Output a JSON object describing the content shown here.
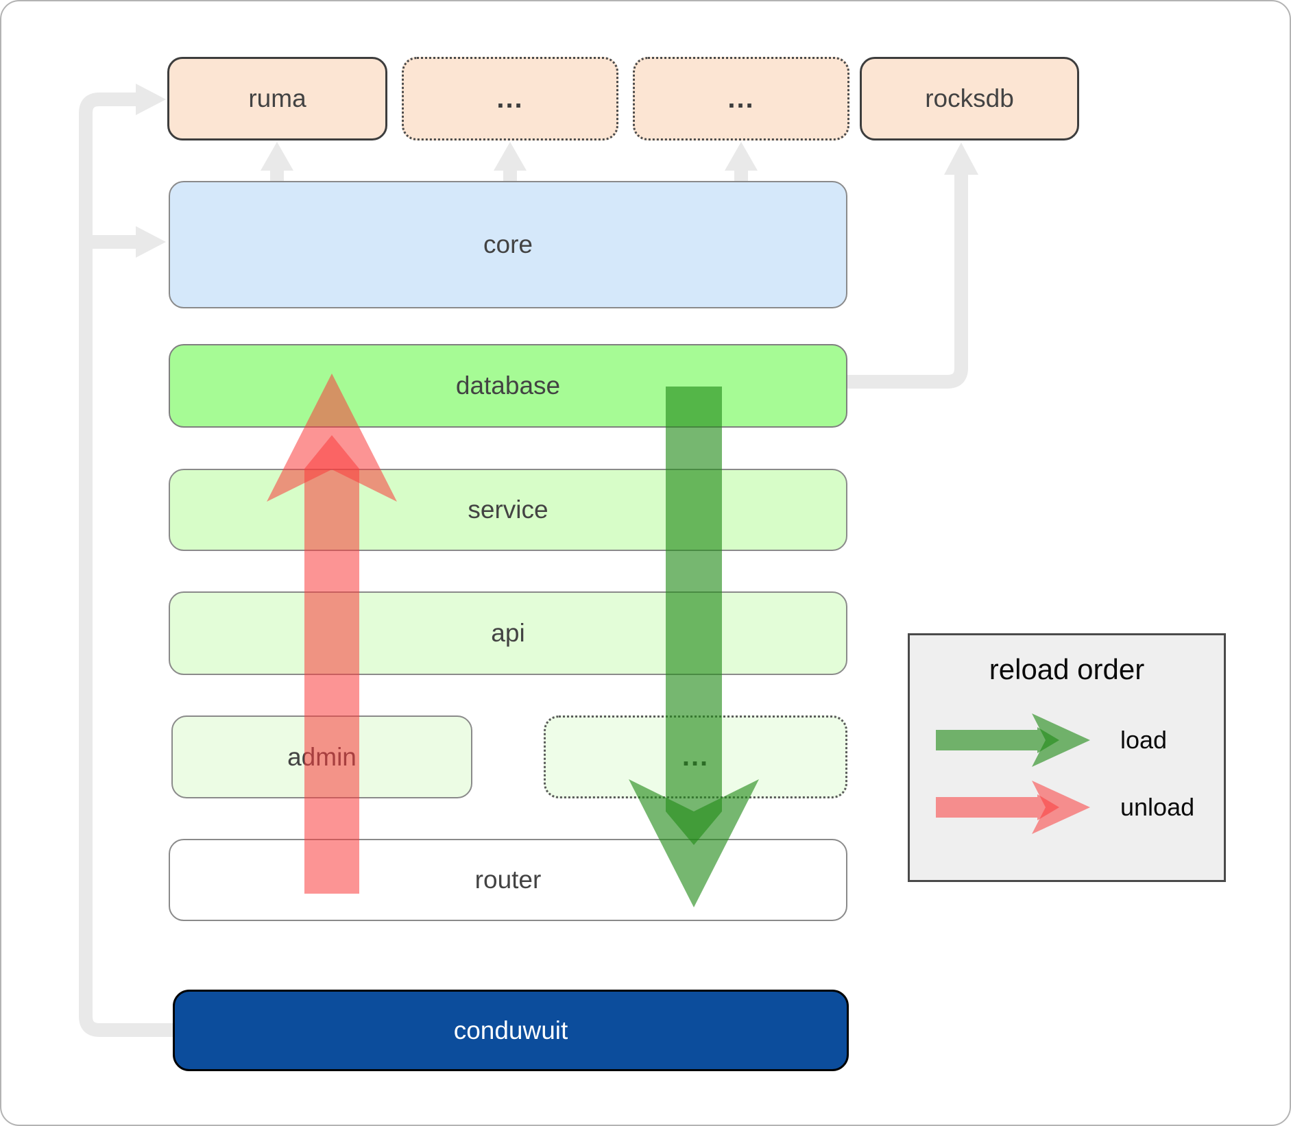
{
  "boxes": {
    "ruma": "ruma",
    "dep_top_1": "...",
    "dep_top_2": "...",
    "rocksdb": "rocksdb",
    "core": "core",
    "database": "database",
    "service": "service",
    "api": "api",
    "admin": "admin",
    "dep_admin": "...",
    "router": "router",
    "conduwuit": "conduwuit"
  },
  "legend": {
    "title": "reload order",
    "items": [
      {
        "label": "load",
        "color": "#228b18"
      },
      {
        "label": "unload",
        "color": "#fa3c3c"
      }
    ]
  },
  "colors": {
    "load_green": "#228b18",
    "unload_red": "#fa3c3c",
    "connector_gray": "#e9e9e9",
    "conduwuit_blue": "#0c4d9c",
    "core_blue": "#d5e8fa",
    "database_green": "#a6fb95",
    "dependency_peach": "#fce5d3"
  }
}
